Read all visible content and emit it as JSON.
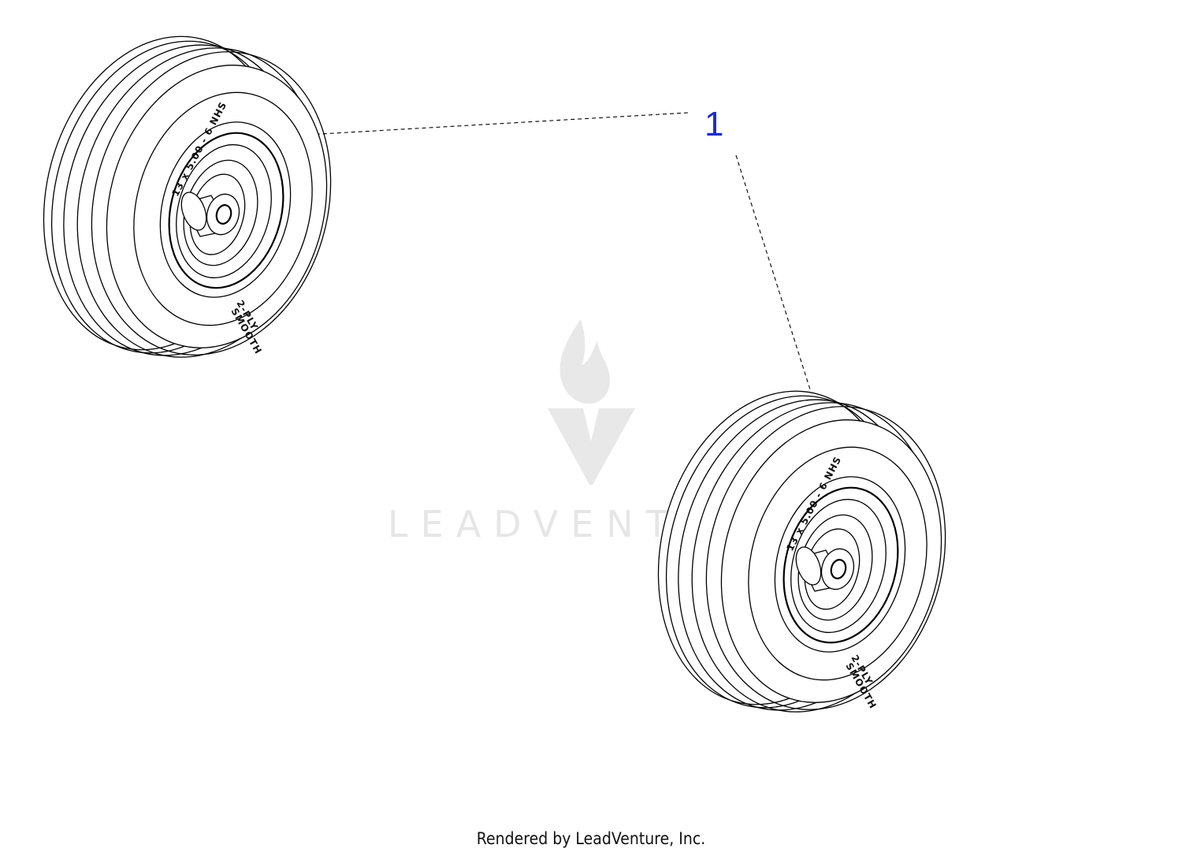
{
  "watermark": {
    "text": "LEADVENTURE",
    "logo_icon": "flame-v-logo-icon",
    "color": "#e6e6e6"
  },
  "callouts": [
    {
      "label": "1",
      "color": "#1a2cc8"
    }
  ],
  "tire_markings": {
    "size": "13 x 5.00 - 6 NHS",
    "tread": "SMOOTH",
    "ply": "2-PLY"
  },
  "footer": {
    "text": "Rendered by LeadVenture, Inc."
  }
}
